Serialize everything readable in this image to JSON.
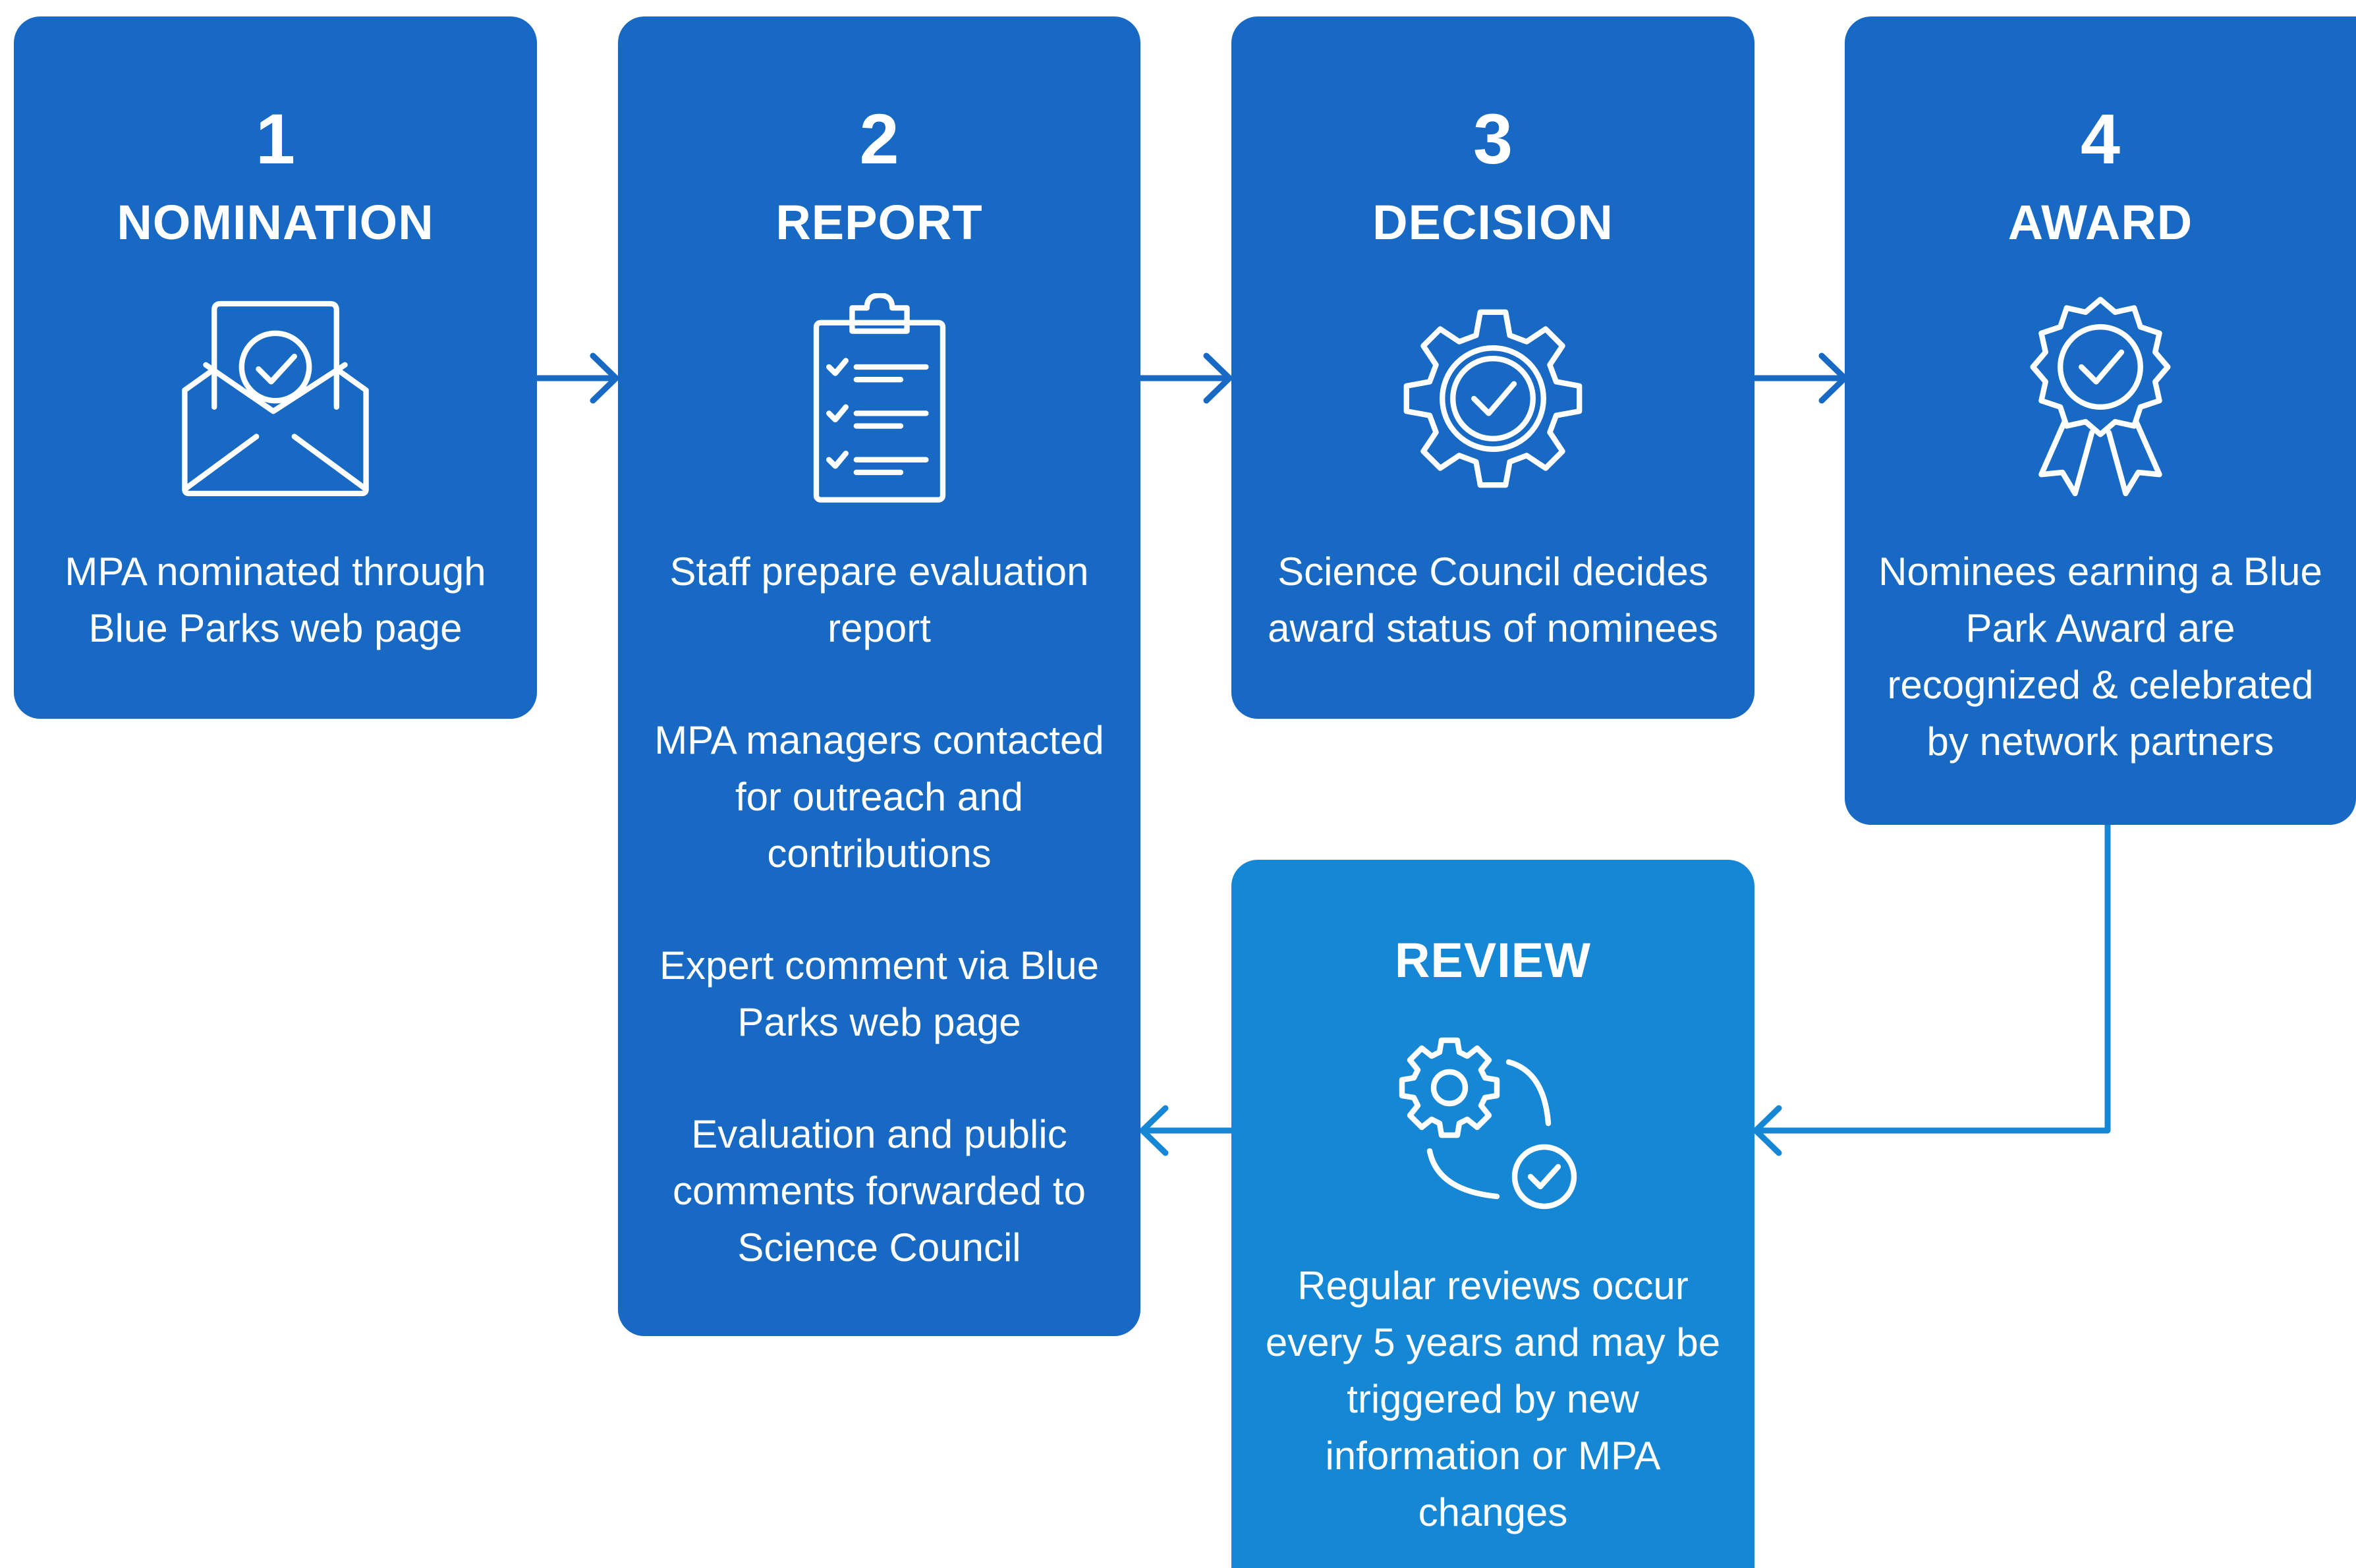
{
  "steps": [
    {
      "number": "1",
      "title": "NOMINATION",
      "icon": "envelope-check-icon",
      "paragraphs": [
        "MPA nominated through Blue Parks web page"
      ]
    },
    {
      "number": "2",
      "title": "REPORT",
      "icon": "clipboard-checklist-icon",
      "paragraphs": [
        "Staff prepare evaluation report",
        "MPA managers contacted for outreach and contributions",
        "Expert comment via Blue Parks web page",
        "Evaluation and public comments forwarded to Science Council"
      ]
    },
    {
      "number": "3",
      "title": "DECISION",
      "icon": "gear-check-icon",
      "paragraphs": [
        "Science Council decides award status of nominees"
      ]
    },
    {
      "number": "4",
      "title": "AWARD",
      "icon": "award-ribbon-icon",
      "paragraphs": [
        "Nominees earning a Blue Park Award are recognized & celebrated by network partners"
      ]
    }
  ],
  "review": {
    "title": "REVIEW",
    "icon": "gear-cycle-check-icon",
    "paragraphs": [
      "Regular reviews occur every 5 years and may be triggered by new information or MPA changes"
    ]
  },
  "colors": {
    "box": "#1769c3",
    "review_box": "#1687d4",
    "connector": "#1769c3",
    "text": "#ffffff"
  }
}
